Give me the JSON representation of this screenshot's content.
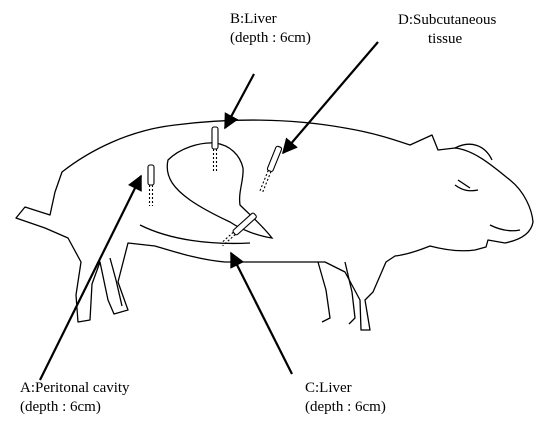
{
  "labels": {
    "a": {
      "line1": "A:Peritonal cavity",
      "line2": "(depth : 6cm)"
    },
    "b": {
      "line1": "B:Liver",
      "line2": "(depth : 6cm)"
    },
    "c": {
      "line1": "C:Liver",
      "line2": "(depth : 6cm)"
    },
    "d": {
      "line1": "D:Subcutaneous",
      "line2": "tissue"
    }
  },
  "colors": {
    "stroke": "#000000",
    "background": "#ffffff"
  }
}
